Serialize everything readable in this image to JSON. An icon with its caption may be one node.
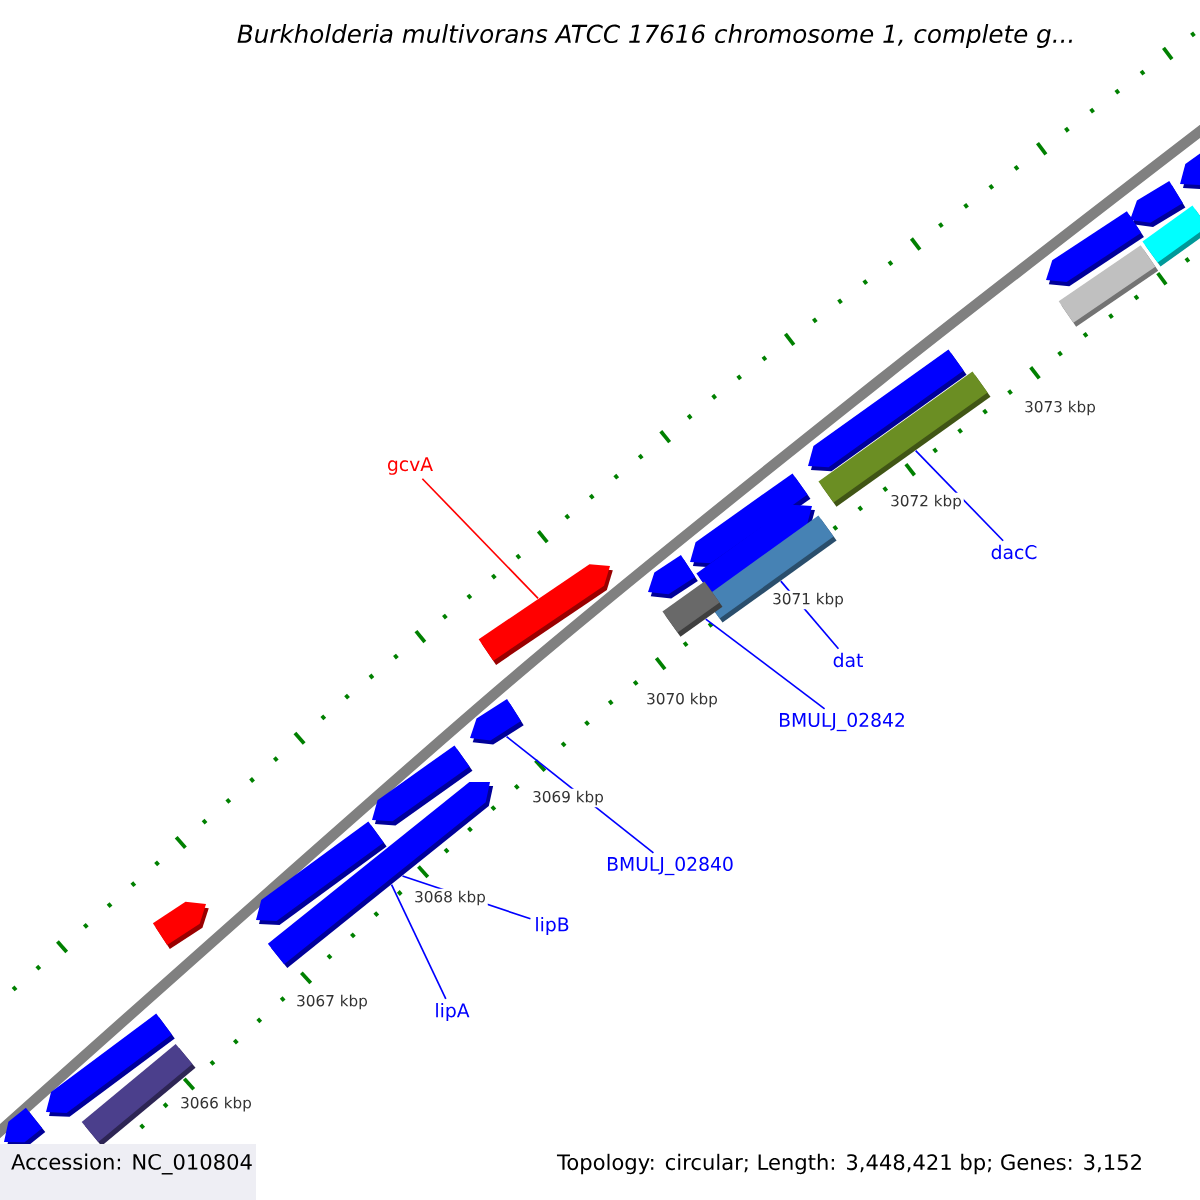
{
  "diagram": {
    "title": "Burkholderia multivorans ATCC 17616 chromosome 1, complete g...",
    "nodes": [
      {
        "text": [],
        "shape": "pentagon"
      },
      {
        "text": [],
        "shape": "pentagon"
      },
      {
        "text": [],
        "shape": "pentagon"
      },
      {
        "text": [],
        "shape": "bar"
      },
      {
        "text": [],
        "shape": "bar"
      },
      {
        "text": [],
        "shape": "pentagon"
      },
      {
        "text": [],
        "shape": "bar"
      },
      {
        "text": [],
        "shape": "pentagon"
      },
      {
        "text": [],
        "shape": "pentagon"
      },
      {
        "text": [],
        "shape": "pentagon"
      },
      {
        "text": [],
        "shape": "pentagon"
      },
      {
        "text": [],
        "shape": "bar"
      },
      {
        "text": [],
        "shape": "bar"
      },
      {
        "text": [],
        "shape": "pentagon"
      },
      {
        "text": [],
        "shape": "pentagon"
      },
      {
        "text": [],
        "shape": "pentagon"
      },
      {
        "text": [],
        "shape": "pentagon"
      },
      {
        "text": [],
        "shape": "pentagon"
      },
      {
        "text": [],
        "shape": "pentagon"
      },
      {
        "text": [],
        "shape": "bar"
      },
      {
        "text": [],
        "shape": "pentagon"
      },
      {
        "text": [
          "gcvA"
        ]
      },
      {
        "text": [
          "dacC"
        ]
      },
      {
        "text": [
          "dat"
        ]
      },
      {
        "text": [
          "BMULJ_02842"
        ]
      },
      {
        "text": [
          "BMULJ_02840"
        ]
      },
      {
        "text": [
          "lipB"
        ]
      },
      {
        "text": [
          "lipA"
        ]
      }
    ],
    "edges": [
      {
        "from": 21,
        "to": 7,
        "arrow": "none",
        "color": "#ff0000"
      },
      {
        "from": 22,
        "to": 6,
        "arrow": "none"
      },
      {
        "from": 23,
        "to": 11,
        "arrow": "none"
      },
      {
        "from": 24,
        "to": 12,
        "arrow": "none"
      },
      {
        "from": 25,
        "to": 13,
        "arrow": "none"
      },
      {
        "from": 26,
        "to": 16,
        "arrow": "none"
      },
      {
        "from": 27,
        "to": 16,
        "arrow": "none"
      }
    ],
    "labels": [
      "3073 kbp",
      "3072 kbp",
      "3071 kbp",
      "3070 kbp",
      "3069 kbp",
      "3068 kbp",
      "3067 kbp",
      "3066 kbp",
      "Accession: NC_010804",
      "Topology: circular; Length: 3,448,421 bp; Genes: 3,152"
    ]
  }
}
